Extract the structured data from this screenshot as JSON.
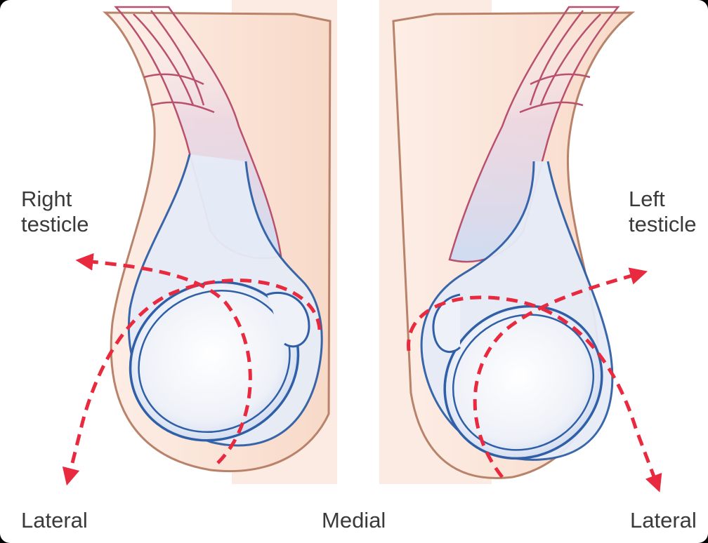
{
  "labels": {
    "right_testicle": "Right\ntesticle",
    "left_testicle": "Left\ntesticle",
    "lateral_left": "Lateral",
    "medial": "Medial",
    "lateral_right": "Lateral"
  },
  "colors": {
    "background": "#000000",
    "skin_fill": "#fbe4d8",
    "skin_outline": "#b8836a",
    "testis_outline": "#2f5fa6",
    "testis_fill": "#eef1f8",
    "cord": "#b8506e",
    "arrow": "#e8293e",
    "label_text": "#3a3a3a"
  },
  "icons": {
    "arrow": "arrow-icon",
    "rotation_path": "dashed-rotation-path"
  }
}
